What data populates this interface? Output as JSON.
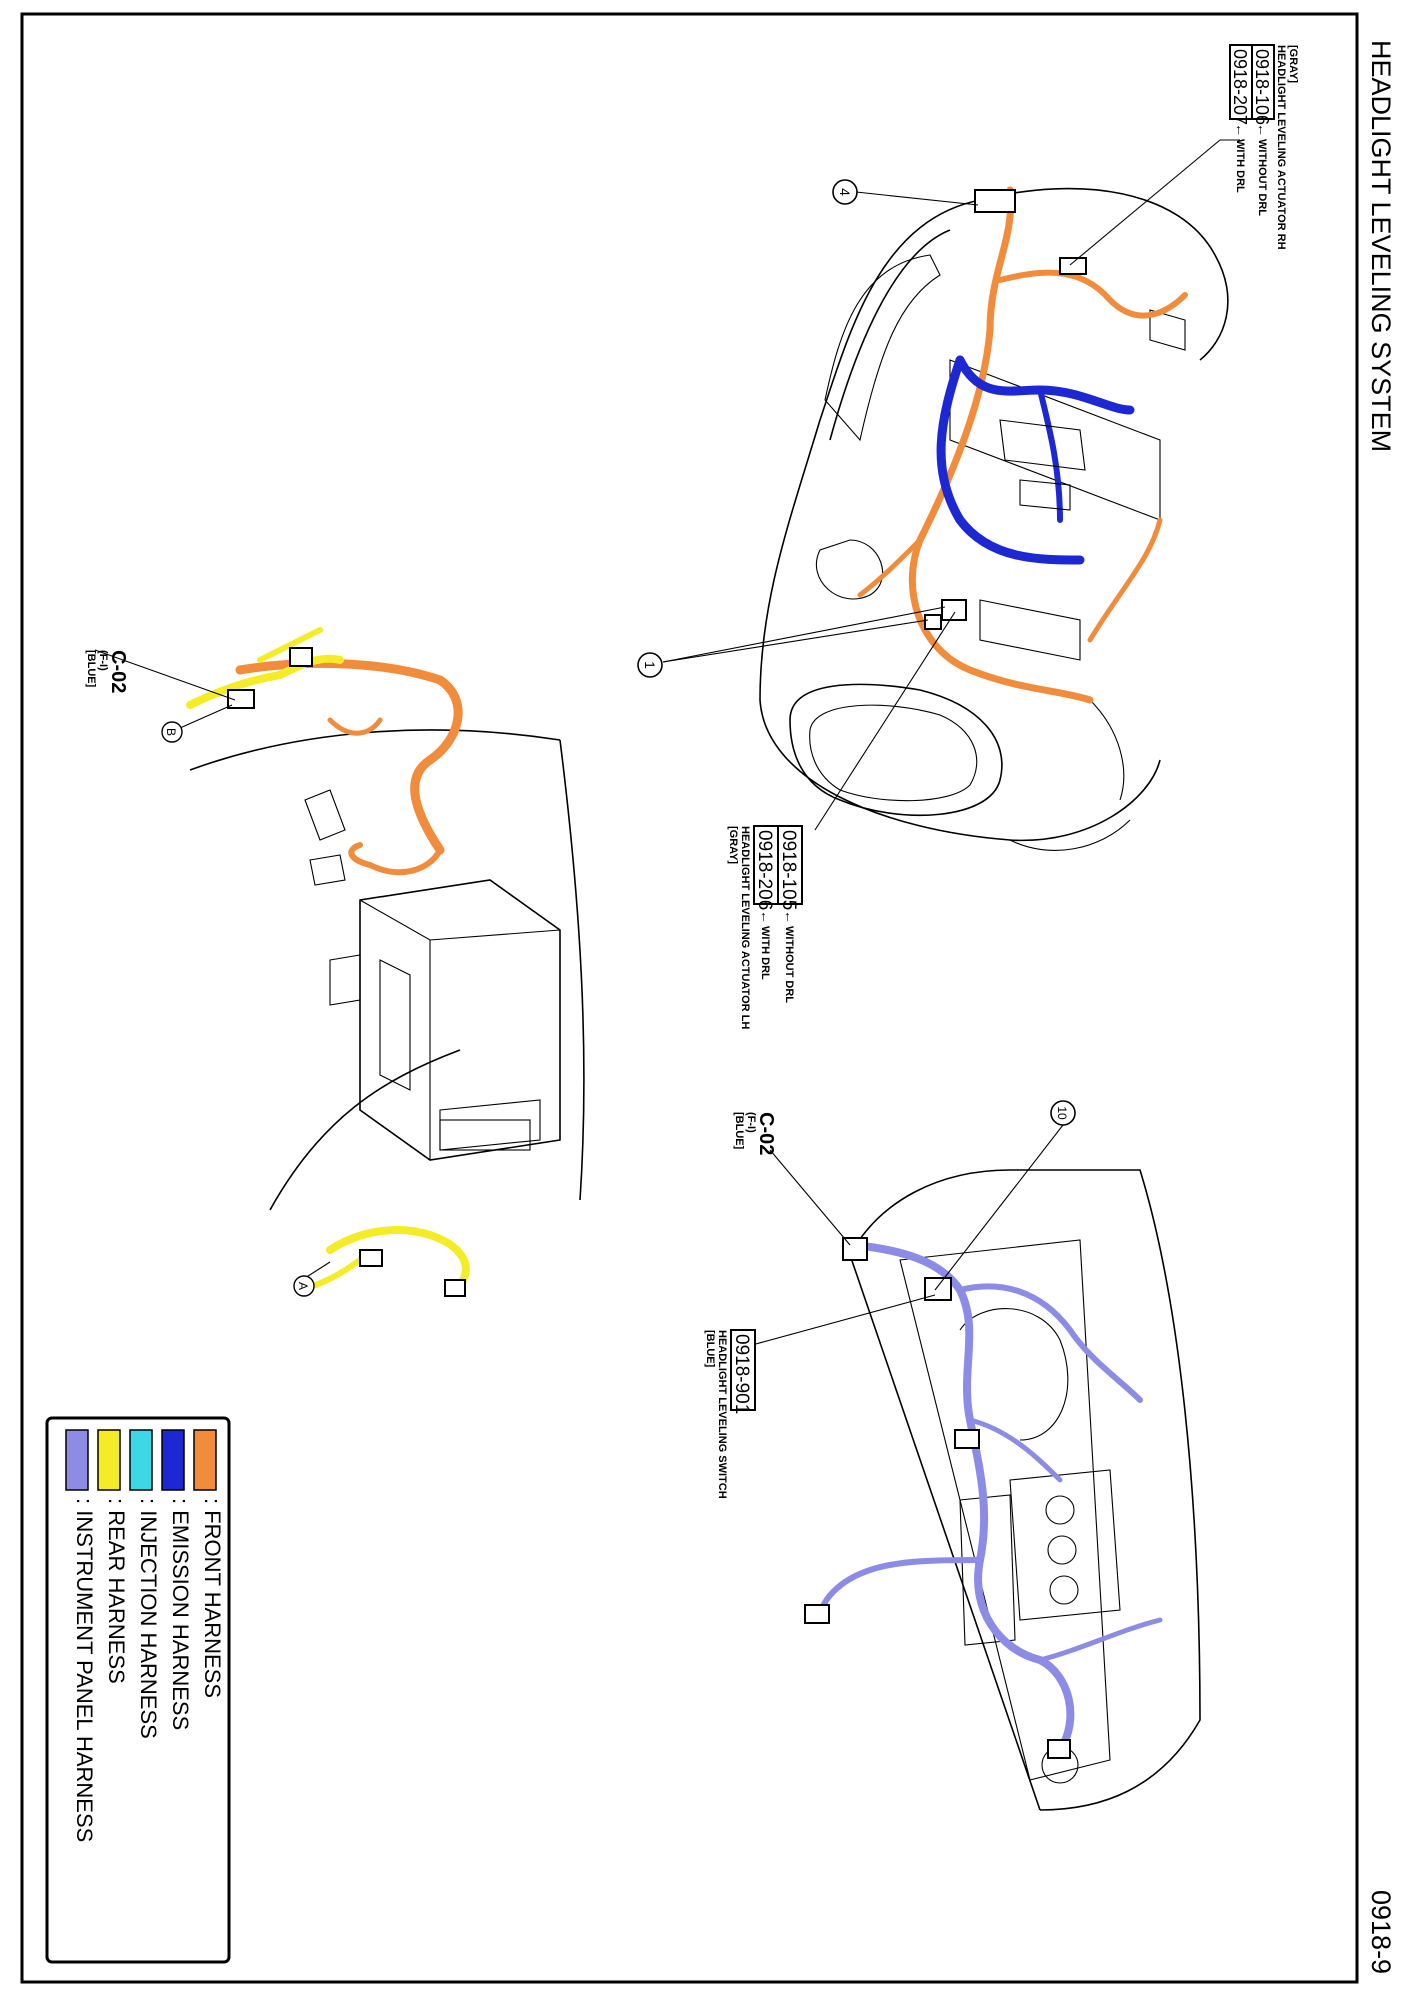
{
  "page": {
    "title": "HEADLIGHT LEVELING SYSTEM",
    "page_number": "0918-9"
  },
  "colors": {
    "front": "#f08c3c",
    "emission": "#1e28d2",
    "injection": "#3cd8e6",
    "rear": "#f5ec28",
    "instrument": "#8c8ce6"
  },
  "callouts": {
    "c1": "1",
    "c4": "4",
    "c10": "10",
    "cA": "A",
    "cB": "B"
  },
  "actuator_rh": {
    "color_tag": "[GRAY]",
    "name": "HEADLIGHT LEVELING ACTUATOR RH",
    "code1": "0918-106",
    "note1": "WITHOUT DRL",
    "code2": "0918-207",
    "note2": "WITH DRL"
  },
  "actuator_lh": {
    "color_tag": "[GRAY]",
    "name": "HEADLIGHT LEVELING ACTUATOR LH",
    "code1": "0918-105",
    "note1": "WITHOUT DRL",
    "code2": "0918-206",
    "note2": "WITH DRL"
  },
  "connector_left": {
    "code": "C-02",
    "sub": "(F-I)",
    "color_tag": "[BLUE]"
  },
  "connector_right": {
    "code": "C-02",
    "sub": "(F-I)",
    "color_tag": "[BLUE]"
  },
  "switch": {
    "code": "0918-901",
    "name": "HEADLIGHT LEVELING SWITCH",
    "color_tag": "[BLUE]"
  },
  "legend": [
    {
      "label": ": FRONT HARNESS",
      "color": "#f08c3c"
    },
    {
      "label": ": EMISSION HARNESS",
      "color": "#1e28d2"
    },
    {
      "label": ": INJECTION HARNESS",
      "color": "#3cd8e6"
    },
    {
      "label": ": REAR HARNESS",
      "color": "#f5ec28"
    },
    {
      "label": ": INSTRUMENT PANEL HARNESS",
      "color": "#8c8ce6"
    }
  ]
}
